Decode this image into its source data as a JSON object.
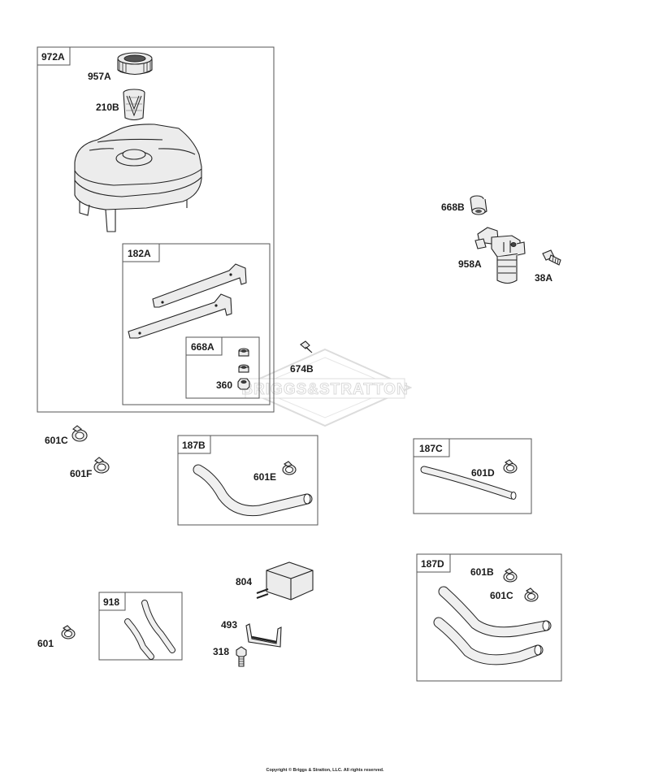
{
  "watermark": "BRIGGS&STRATTON",
  "footer": "Copyright © Briggs & Stratton, LLC. All rights reserved.",
  "groups": {
    "g972A": "972A",
    "g182A": "182A",
    "g668A": "668A",
    "g187B": "187B",
    "g187C": "187C",
    "g187D": "187D",
    "g918": "918"
  },
  "parts": {
    "p957A": "957A",
    "p210B": "210B",
    "p360": "360",
    "p674B": "674B",
    "p668B": "668B",
    "p958A": "958A",
    "p38A": "38A",
    "p601C": "601C",
    "p601F": "601F",
    "p601E": "601E",
    "p601D": "601D",
    "p804": "804",
    "p493": "493",
    "p318": "318",
    "p601": "601",
    "p601B": "601B",
    "p601C2": "601C"
  },
  "colors": {
    "line": "#222222",
    "frame": "#555555",
    "watermark": "#d9d9d9"
  }
}
